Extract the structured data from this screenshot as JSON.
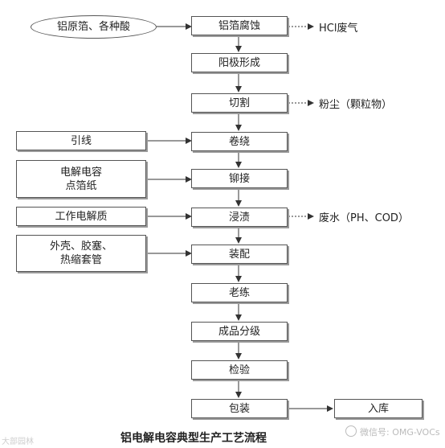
{
  "diagram": {
    "title": "铝电解电容典型生产工艺流程",
    "source": "铝原箔、各种酸",
    "main_steps": [
      "铝箔腐蚀",
      "阳极形成",
      "切割",
      "卷绕",
      "铆接",
      "浸渍",
      "装配",
      "老练",
      "成品分级",
      "检验",
      "包装"
    ],
    "side_inputs": [
      "引线",
      "电解电容\n点箔纸",
      "工作电解质",
      "外壳、胶塞、\n热缩套管"
    ],
    "emissions": [
      "HCl废气",
      "粉尘（颗粒物）",
      "废水（PH、COD）"
    ],
    "final_output": "入库"
  },
  "watermarks": {
    "right": "微信号: OMG-VOCs",
    "left": "大部园林"
  }
}
